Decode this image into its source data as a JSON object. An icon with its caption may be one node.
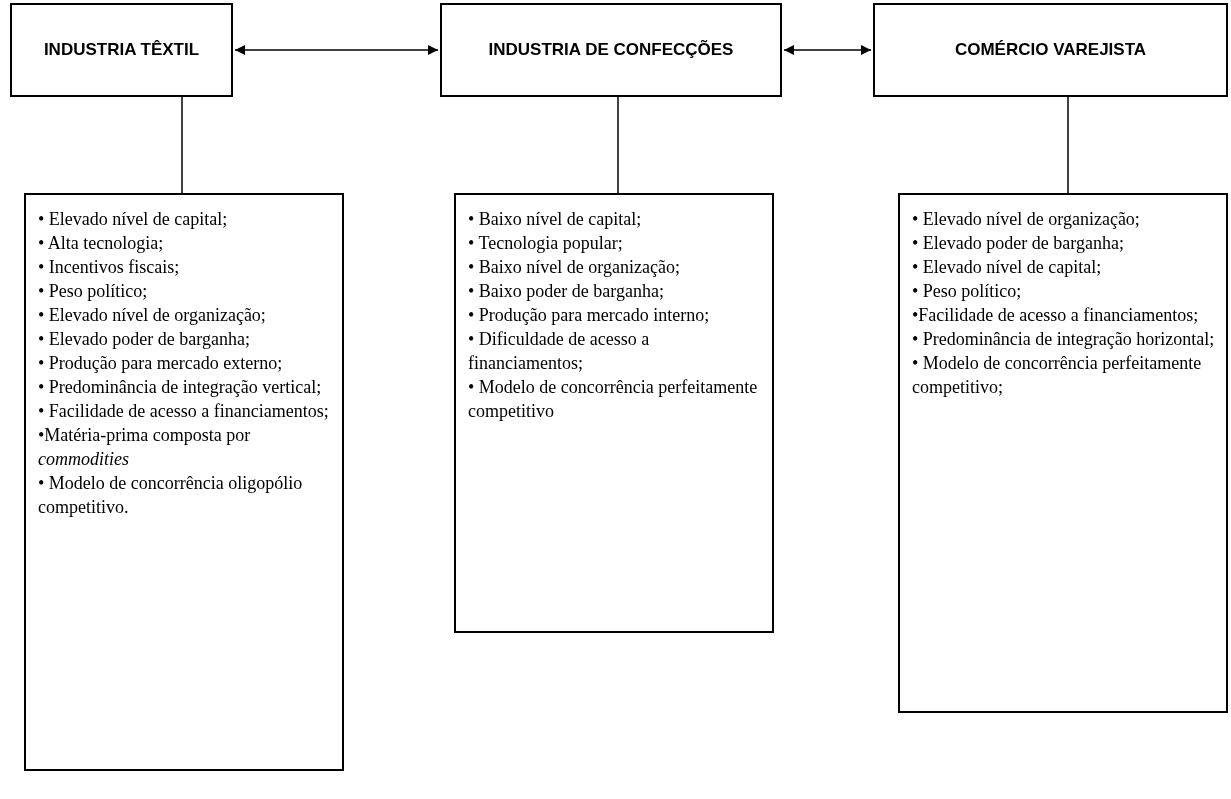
{
  "diagram": {
    "nodes": [
      {
        "text": [
          "INDUSTRIA TÊXTIL"
        ]
      },
      {
        "text": [
          "INDUSTRIA DE CONFECÇÕES"
        ]
      },
      {
        "text": [
          "COMÉRCIO VAREJISTA"
        ]
      },
      {
        "text": [
          "• Elevado nível de capital;",
          "• Alta tecnologia;",
          "• Incentivos fiscais;",
          "• Peso político;",
          "• Elevado nível de organização;",
          "• Elevado poder de barganha;",
          "• Produção para mercado externo;",
          "• Predominância de integração vertical;",
          "• Facilidade de acesso a financiamentos;",
          "•Matéria-prima composta por *commodities*",
          "• Modelo de concorrência oligopólio competitivo."
        ]
      },
      {
        "text": [
          "• Baixo nível de capital;",
          "• Tecnologia popular;",
          "• Baixo nível de organização;",
          "• Baixo poder de barganha;",
          "• Produção para mercado interno;",
          "• Dificuldade de acesso a financiamentos;",
          "• Modelo de concorrência perfeitamente competitivo"
        ]
      },
      {
        "text": [
          "• Elevado nível de organização;",
          "• Elevado poder de barganha;",
          "• Elevado nível de capital;",
          "• Peso político;",
          "•Facilidade de acesso a financiamentos;",
          "• Predominância de integração horizontal;",
          "• Modelo de concorrência perfeitamente competitivo;"
        ]
      }
    ],
    "edges": [
      {
        "from": 0,
        "to": 1,
        "arrow": "both"
      },
      {
        "from": 1,
        "to": 2,
        "arrow": "both"
      },
      {
        "from": 0,
        "to": 3,
        "arrow": "none"
      },
      {
        "from": 1,
        "to": 4,
        "arrow": "none"
      },
      {
        "from": 2,
        "to": 5,
        "arrow": "none"
      }
    ]
  }
}
